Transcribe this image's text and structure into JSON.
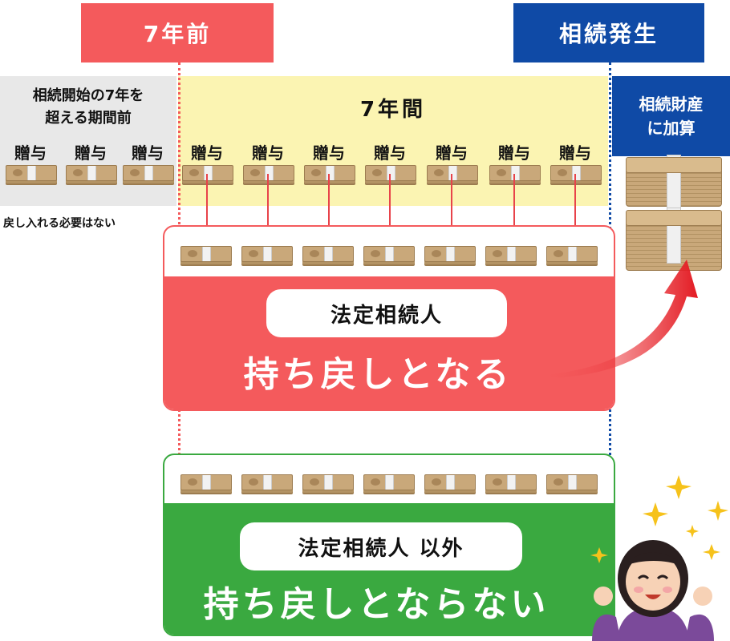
{
  "header": {
    "left_tag": "7年前",
    "right_tag": "相続発生"
  },
  "zones": {
    "before_title_line1": "相続開始の7年を",
    "before_title_line2": "超える期間前",
    "within_title": "7年間",
    "estate_title_line1": "相続財産",
    "estate_title_line2": "に加算",
    "note": "戻し入れる必要はない"
  },
  "gift_label": "贈与",
  "gifts_before": [
    "贈与",
    "贈与",
    "贈与"
  ],
  "gifts_within": [
    "贈与",
    "贈与",
    "贈与",
    "贈与",
    "贈与",
    "贈与",
    "贈与"
  ],
  "red_box": {
    "pill": "法定相続人",
    "result": "持ち戻しとなる"
  },
  "green_box": {
    "pill": "法定相続人 以外",
    "result": "持ち戻しとならない"
  },
  "colors": {
    "red": "#f45a5c",
    "blue": "#0f4aa6",
    "yellow": "#fbf4b2",
    "grey": "#e8e8e8",
    "green": "#3aa940"
  },
  "icons": [
    "money-bundle-icon",
    "money-stack-icon",
    "curved-arrow-icon",
    "sparkle-icon",
    "happy-woman-illustration"
  ]
}
